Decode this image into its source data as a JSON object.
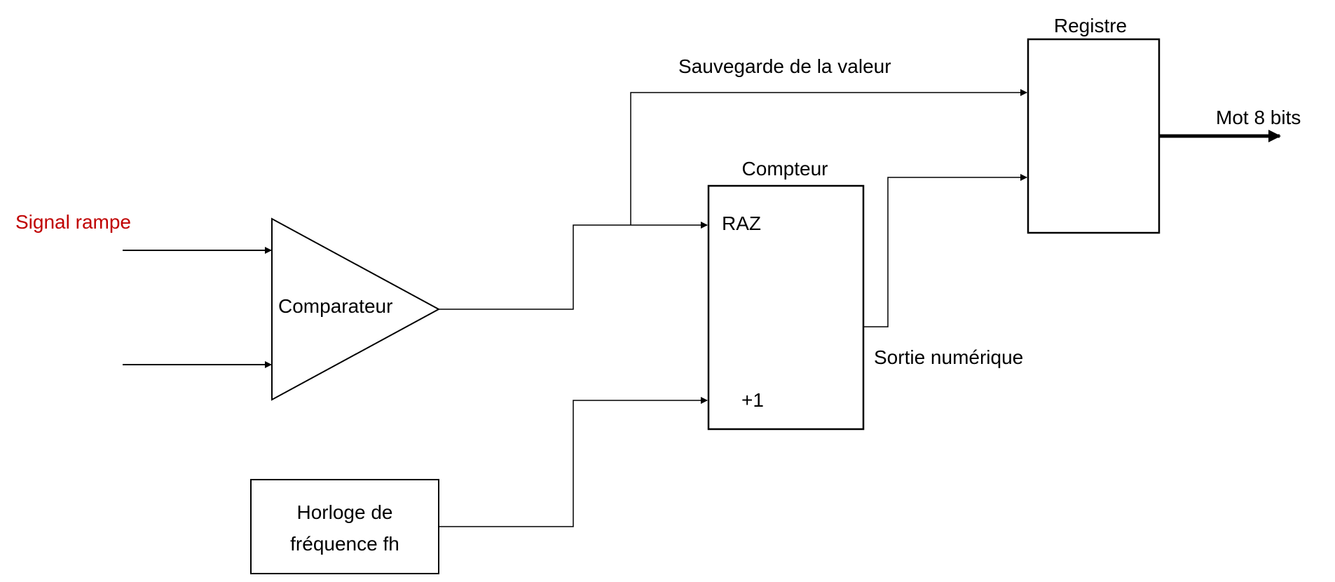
{
  "labels": {
    "signal": "Signal rampe",
    "comparator": "Comparateur",
    "save": "Sauvegarde de la valeur",
    "counter": "Compteur",
    "reset": "RAZ",
    "increment": "+1",
    "digital_out": "Sortie numérique",
    "register": "Registre",
    "output_word": "Mot 8 bits",
    "clock_line1": "Horloge de",
    "clock_line2": "fréquence fh"
  },
  "colors": {
    "signal": "#c00000"
  }
}
